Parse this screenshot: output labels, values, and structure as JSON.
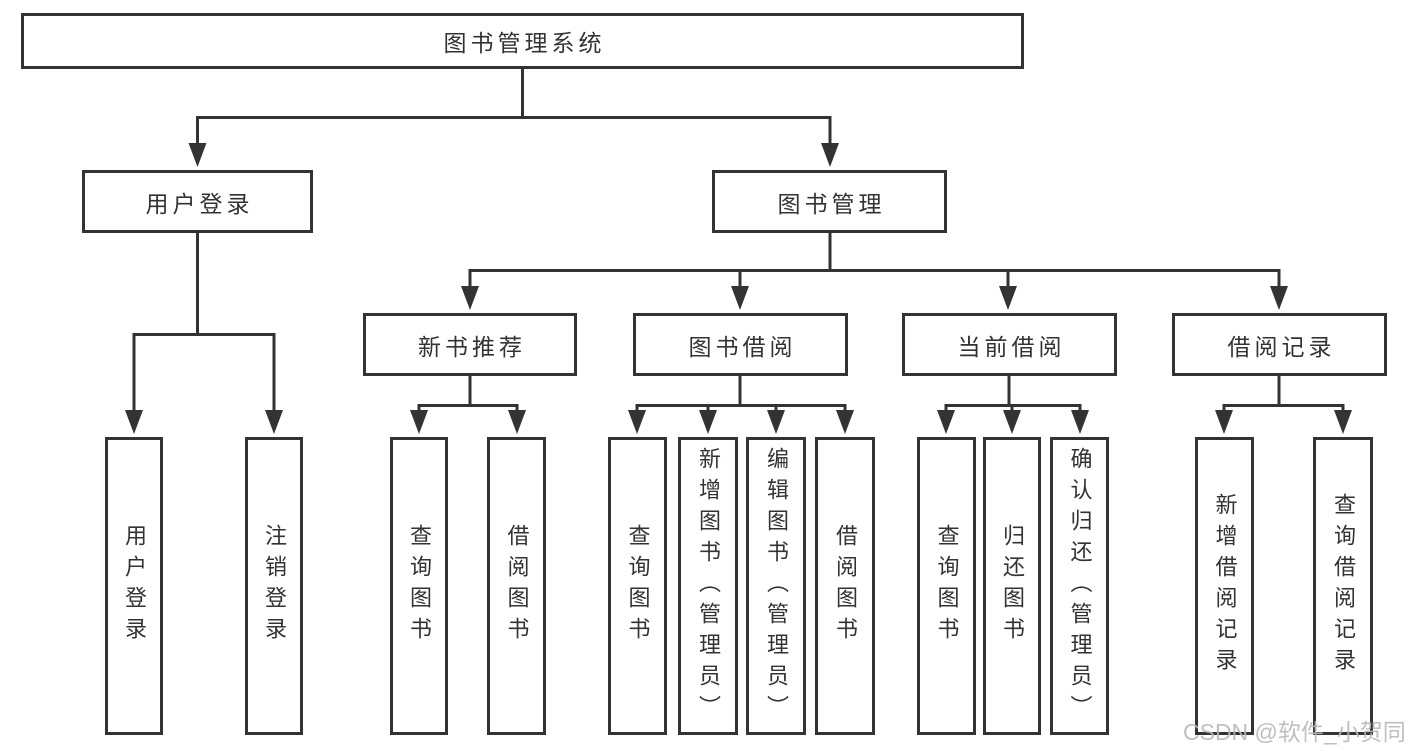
{
  "tree": {
    "root": "图书管理系统",
    "children": [
      {
        "label": "用户登录",
        "children": [
          "用户登录",
          "注销登录"
        ]
      },
      {
        "label": "图书管理",
        "children": [
          {
            "label": "新书推荐",
            "children": [
              "查询图书",
              "借阅图书"
            ]
          },
          {
            "label": "图书借阅",
            "children": [
              "查询图书",
              "新增图书（管理员）",
              "编辑图书（管理员）",
              "借阅图书"
            ]
          },
          {
            "label": "当前借阅",
            "children": [
              "查询图书",
              "归还图书",
              "确认归还（管理员）"
            ]
          },
          {
            "label": "借阅记录",
            "children": [
              "新增借阅记录",
              "查询借阅记录"
            ]
          }
        ]
      }
    ]
  },
  "watermark": {
    "text": "CSDN @软件_小贺同学"
  },
  "colors": {
    "line": "#333333",
    "box_border": "#333333",
    "text": "#333333",
    "watermark": "#b9b9b9",
    "background": "#ffffff"
  }
}
